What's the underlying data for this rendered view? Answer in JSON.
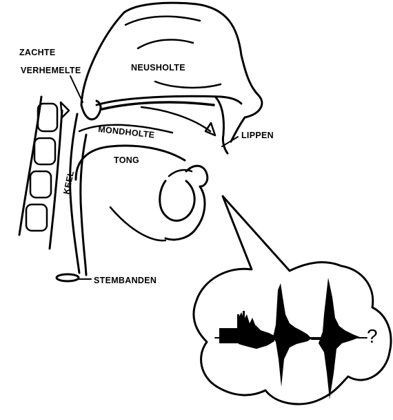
{
  "labels": {
    "zachte_line1": "ZACHTE",
    "zachte_line2": "VERHEMELTE",
    "neusholte": "NEUSHOLTE",
    "mondholte": "MONDHOLTE",
    "tong": "TONG",
    "keel": "KEEL",
    "lippen": "LIPPEN",
    "stembanden": "STEMBANDEN"
  },
  "bubble": {
    "question_mark": "?"
  },
  "icons": {
    "waveform": "speech-waveform-icon"
  },
  "colors": {
    "ink": "#000000",
    "paper": "#ffffff"
  }
}
